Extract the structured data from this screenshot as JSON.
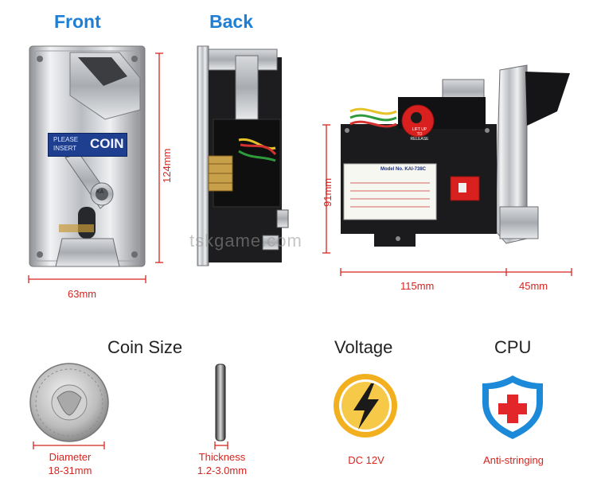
{
  "views": {
    "front_label": "Front",
    "back_label": "Back"
  },
  "front_plate": {
    "sticker_line1": "PLEASE",
    "sticker_line2": "INSERT",
    "sticker_word": "COIN",
    "lock_text": "KA"
  },
  "dimensions": {
    "front_height": "124mm",
    "front_width": "63mm",
    "side_height": "91mm",
    "side_depth": "115mm",
    "side_extra": "45mm"
  },
  "watermark": "tskgame.com",
  "label_board": {
    "model_text": "Model No. KAI-738C"
  },
  "side_sticker": {
    "line1": "LIFT UP",
    "line2": "TO",
    "line3": "RELEASE"
  },
  "features": {
    "coin_size": {
      "title": "Coin Size",
      "diameter_label": "Diameter",
      "diameter_value": "18-31mm",
      "thickness_label": "Thickness",
      "thickness_value": "1.2-3.0mm"
    },
    "voltage": {
      "title": "Voltage",
      "value": "DC 12V",
      "icon": "lightning-bolt-icon"
    },
    "cpu": {
      "title": "CPU",
      "value": "Anti-stringing",
      "icon": "shield-cross-icon"
    }
  },
  "colors": {
    "heading_blue": "#1f7fd4",
    "dimension_red": "#d6251f",
    "bolt_yellow": "#f2b01e",
    "shield_blue": "#1c8ad8",
    "cross_red": "#e2262a"
  }
}
